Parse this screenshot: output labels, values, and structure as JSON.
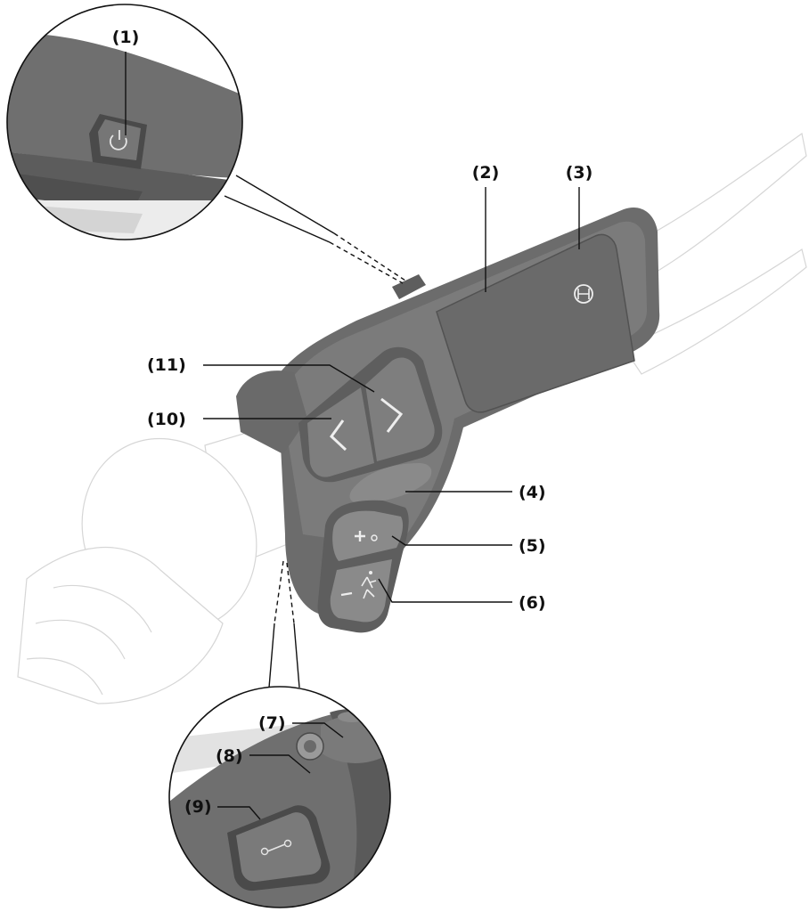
{
  "callouts": {
    "c1": "(1)",
    "c2": "(2)",
    "c3": "(3)",
    "c4": "(4)",
    "c5": "(5)",
    "c6": "(6)",
    "c7": "(7)",
    "c8": "(8)",
    "c9": "(9)",
    "c10": "(10)",
    "c11": "(11)"
  },
  "icons": {
    "power": "power-icon",
    "brand": "bosch-logo-icon",
    "plus": "plus-icon",
    "minus": "minus-icon",
    "walk": "walk-assist-icon",
    "wrench": "wrench-icon",
    "left": "chevron-left-icon",
    "right": "chevron-right-icon"
  },
  "colors": {
    "body": "#7b7b7b",
    "body_dark": "#5e5e5e",
    "screen": "#6a6a6a",
    "button": "#8a8a8a",
    "handlebar": "#ffffff",
    "outline": "#d6d6d6",
    "line": "#111111"
  }
}
